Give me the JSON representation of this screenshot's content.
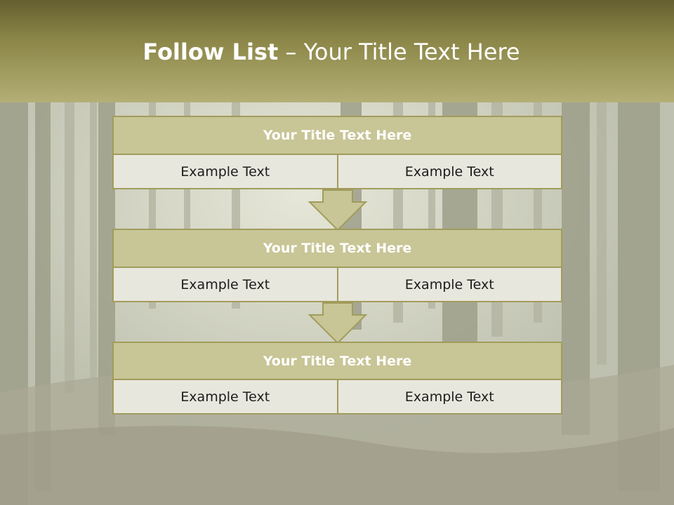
{
  "slide": {
    "title_bold": "Follow List",
    "title_rest": " – Your Title Text Here",
    "colors": {
      "header": "#8c8748",
      "box_fill": "#c8c596",
      "box_border": "#a19c5c",
      "cell_fill": "#e8e7dd"
    }
  },
  "blocks": [
    {
      "title": "Your Title Text Here",
      "left": "Example Text",
      "right": "Example Text"
    },
    {
      "title": "Your Title Text Here",
      "left": "Example Text",
      "right": "Example Text"
    },
    {
      "title": "Your Title Text Here",
      "left": "Example Text",
      "right": "Example Text"
    }
  ]
}
